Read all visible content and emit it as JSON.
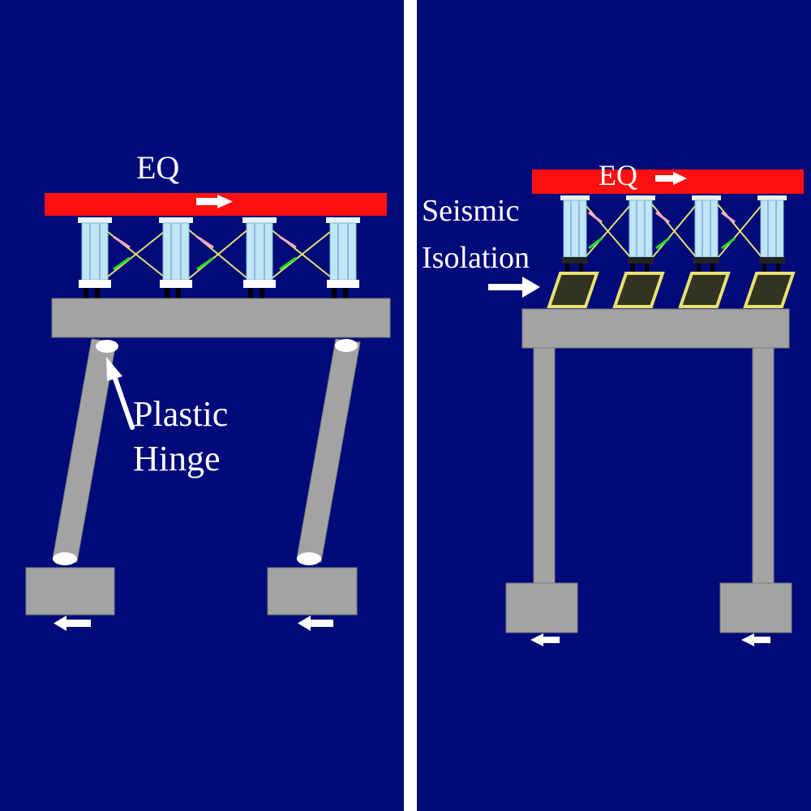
{
  "left": {
    "eq_label": "EQ",
    "hinge_label_1": "Plastic",
    "hinge_label_2": "Hinge"
  },
  "right": {
    "eq_label": "EQ",
    "isolation_label_1": "Seismic",
    "isolation_label_2": "Isolation"
  },
  "colors": {
    "background": "#000a78",
    "deck": "#ff1010",
    "concrete": "#a3a3a3",
    "girder": "#bfe6f5",
    "isolator": "#e8e070",
    "arrow": "#ffffff",
    "bracing": "#e6e070"
  }
}
